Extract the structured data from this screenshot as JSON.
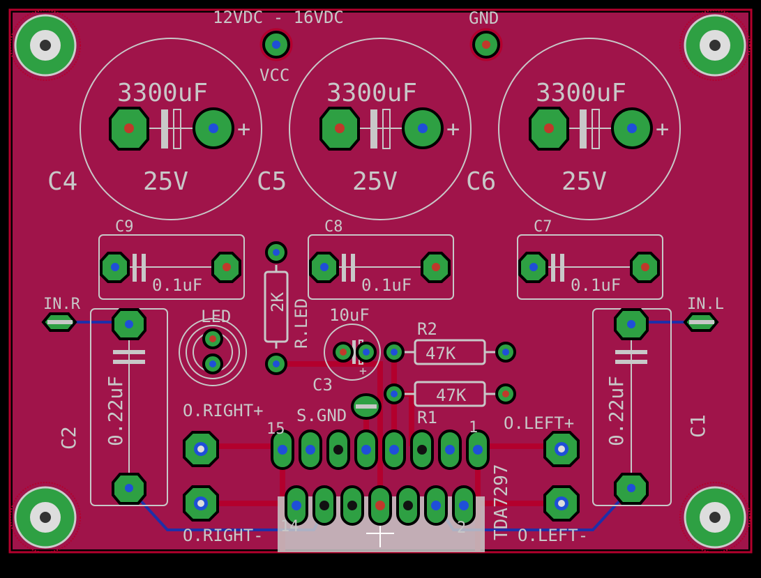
{
  "board": {
    "colors": {
      "background": "#000000",
      "copper_pour": "#a0144a",
      "silkscreen": "#c8c8c8",
      "pad": "#2ea043",
      "hole_top": "#c0392b",
      "hole_bottom": "#1f4fd8"
    },
    "power_label": "12VDC - 16VDC",
    "vcc_label": "VCC",
    "gnd_label": "GND",
    "big_caps": [
      {
        "name": "C4",
        "value": "3300uF",
        "voltage": "25V",
        "plus": "+"
      },
      {
        "name": "C5",
        "value": "3300uF",
        "voltage": "25V",
        "plus": "+"
      },
      {
        "name": "C6",
        "value": "3300uF",
        "voltage": "25V",
        "plus": "+"
      }
    ],
    "small_caps": [
      {
        "name": "C9",
        "value": "0.1uF"
      },
      {
        "name": "C8",
        "value": "0.1uF"
      },
      {
        "name": "C7",
        "value": "0.1uF"
      }
    ],
    "in_right": "IN.R",
    "in_left": "IN.L",
    "c2": {
      "name": "C2",
      "value": "0.22uF"
    },
    "c1": {
      "name": "C1",
      "value": "0.22uF"
    },
    "led_label": "LED",
    "r_led": {
      "name": "R.LED",
      "value": "2K"
    },
    "c3": {
      "name": "C3",
      "value": "10uF",
      "plus": "+"
    },
    "r2": {
      "name": "R2",
      "value": "47K"
    },
    "r1": {
      "name": "R1",
      "value": "47K"
    },
    "o_right_plus": "O.RIGHT+",
    "o_right_minus": "O.RIGHT-",
    "o_left_plus": "O.LEFT+",
    "o_left_minus": "O.LEFT-",
    "s_gnd": "S.GND",
    "ic": {
      "name": "TDA7297",
      "pin15": "15",
      "pin14": "14",
      "pin1": "1",
      "pin2": "2"
    }
  }
}
